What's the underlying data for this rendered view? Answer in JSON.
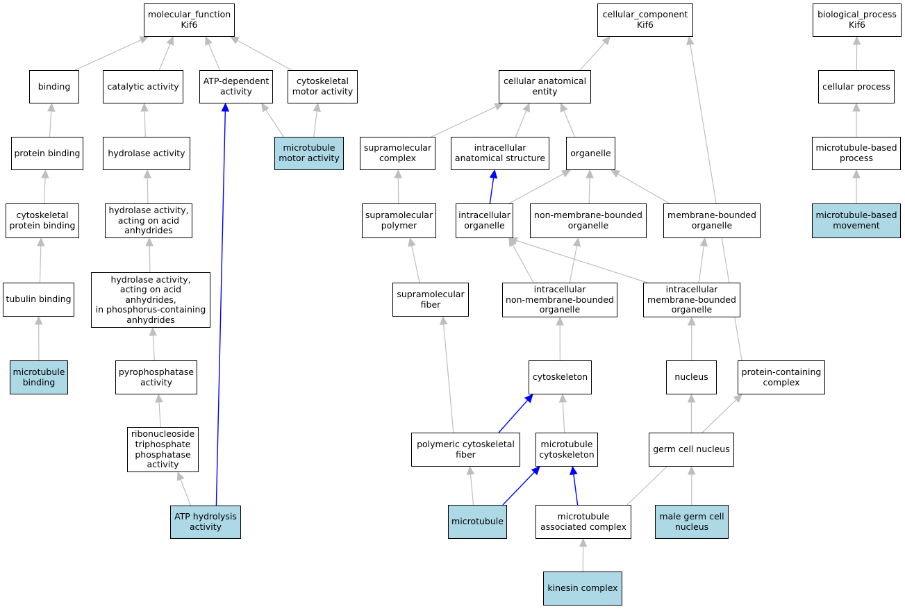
{
  "colors": {
    "highlight_fill": "#add8e6",
    "node_fill": "#ffffff",
    "edge_default": "#bebebe",
    "edge_emphasis": "#0000ff"
  },
  "nodes": {
    "molecular_function": {
      "label": "molecular_function\nKif6",
      "highlighted": false
    },
    "binding": {
      "label": "binding",
      "highlighted": false
    },
    "catalytic_activity": {
      "label": "catalytic activity",
      "highlighted": false
    },
    "atp_dependent_activity": {
      "label": "ATP-dependent\nactivity",
      "highlighted": false
    },
    "cytoskeletal_motor_activity": {
      "label": "cytoskeletal\nmotor activity",
      "highlighted": false
    },
    "protein_binding": {
      "label": "protein binding",
      "highlighted": false
    },
    "hydrolase_activity": {
      "label": "hydrolase activity",
      "highlighted": false
    },
    "microtubule_motor_activity": {
      "label": "microtubule\nmotor activity",
      "highlighted": true
    },
    "cytoskeletal_protein_binding": {
      "label": "cytoskeletal\nprotein binding",
      "highlighted": false
    },
    "hydrolase_acid_anhydrides": {
      "label": "hydrolase activity,\nacting on acid\nanhydrides",
      "highlighted": false
    },
    "tubulin_binding": {
      "label": "tubulin binding",
      "highlighted": false
    },
    "hydrolase_phosphorus": {
      "label": "hydrolase activity,\nacting on acid\nanhydrides,\nin phosphorus-containing\nanhydrides",
      "highlighted": false
    },
    "microtubule_binding": {
      "label": "microtubule\nbinding",
      "highlighted": true
    },
    "pyrophosphatase_activity": {
      "label": "pyrophosphatase\nactivity",
      "highlighted": false
    },
    "ribonucleoside_triphosphate_phosphatase": {
      "label": "ribonucleoside\ntriphosphate\nphosphatase\nactivity",
      "highlighted": false
    },
    "atp_hydrolysis_activity": {
      "label": "ATP hydrolysis\nactivity",
      "highlighted": true
    },
    "cellular_component": {
      "label": "cellular_component\nKif6",
      "highlighted": false
    },
    "cellular_anatomical_entity": {
      "label": "cellular anatomical\nentity",
      "highlighted": false
    },
    "supramolecular_complex": {
      "label": "supramolecular\ncomplex",
      "highlighted": false
    },
    "intracellular_anatomical_structure": {
      "label": "intracellular\nanatomical structure",
      "highlighted": false
    },
    "organelle": {
      "label": "organelle",
      "highlighted": false
    },
    "supramolecular_polymer": {
      "label": "supramolecular\npolymer",
      "highlighted": false
    },
    "intracellular_organelle": {
      "label": "intracellular\norganelle",
      "highlighted": false
    },
    "non_membrane_bounded_organelle": {
      "label": "non-membrane-bounded\norganelle",
      "highlighted": false
    },
    "membrane_bounded_organelle": {
      "label": "membrane-bounded\norganelle",
      "highlighted": false
    },
    "supramolecular_fiber": {
      "label": "supramolecular\nfiber",
      "highlighted": false
    },
    "intracellular_non_membrane_bounded_organelle": {
      "label": "intracellular\nnon-membrane-bounded\norganelle",
      "highlighted": false
    },
    "intracellular_membrane_bounded_organelle": {
      "label": "intracellular\nmembrane-bounded\norganelle",
      "highlighted": false
    },
    "cytoskeleton": {
      "label": "cytoskeleton",
      "highlighted": false
    },
    "nucleus": {
      "label": "nucleus",
      "highlighted": false
    },
    "protein_containing_complex": {
      "label": "protein-containing\ncomplex",
      "highlighted": false
    },
    "polymeric_cytoskeletal_fiber": {
      "label": "polymeric cytoskeletal\nfiber",
      "highlighted": false
    },
    "microtubule_cytoskeleton": {
      "label": "microtubule\ncytoskeleton",
      "highlighted": false
    },
    "germ_cell_nucleus": {
      "label": "germ cell nucleus",
      "highlighted": false
    },
    "microtubule": {
      "label": "microtubule",
      "highlighted": true
    },
    "microtubule_associated_complex": {
      "label": "microtubule\nassociated complex",
      "highlighted": false
    },
    "male_germ_cell_nucleus": {
      "label": "male germ cell\nnucleus",
      "highlighted": true
    },
    "kinesin_complex": {
      "label": "kinesin complex",
      "highlighted": true
    },
    "biological_process": {
      "label": "biological_process\nKif6",
      "highlighted": false
    },
    "cellular_process": {
      "label": "cellular process",
      "highlighted": false
    },
    "microtubule_based_process": {
      "label": "microtubule-based\nprocess",
      "highlighted": false
    },
    "microtubule_based_movement": {
      "label": "microtubule-based\nmovement",
      "highlighted": true
    }
  },
  "edges": [
    {
      "from": "binding",
      "to": "molecular_function",
      "emphasis": false
    },
    {
      "from": "catalytic_activity",
      "to": "molecular_function",
      "emphasis": false
    },
    {
      "from": "atp_dependent_activity",
      "to": "molecular_function",
      "emphasis": false
    },
    {
      "from": "cytoskeletal_motor_activity",
      "to": "molecular_function",
      "emphasis": false
    },
    {
      "from": "protein_binding",
      "to": "binding",
      "emphasis": false
    },
    {
      "from": "hydrolase_activity",
      "to": "catalytic_activity",
      "emphasis": false
    },
    {
      "from": "microtubule_motor_activity",
      "to": "atp_dependent_activity",
      "emphasis": false
    },
    {
      "from": "microtubule_motor_activity",
      "to": "cytoskeletal_motor_activity",
      "emphasis": false
    },
    {
      "from": "cytoskeletal_protein_binding",
      "to": "protein_binding",
      "emphasis": false
    },
    {
      "from": "hydrolase_acid_anhydrides",
      "to": "hydrolase_activity",
      "emphasis": false
    },
    {
      "from": "tubulin_binding",
      "to": "cytoskeletal_protein_binding",
      "emphasis": false
    },
    {
      "from": "hydrolase_phosphorus",
      "to": "hydrolase_acid_anhydrides",
      "emphasis": false
    },
    {
      "from": "microtubule_binding",
      "to": "tubulin_binding",
      "emphasis": false
    },
    {
      "from": "pyrophosphatase_activity",
      "to": "hydrolase_phosphorus",
      "emphasis": false
    },
    {
      "from": "ribonucleoside_triphosphate_phosphatase",
      "to": "pyrophosphatase_activity",
      "emphasis": false
    },
    {
      "from": "atp_hydrolysis_activity",
      "to": "ribonucleoside_triphosphate_phosphatase",
      "emphasis": false
    },
    {
      "from": "atp_hydrolysis_activity",
      "to": "atp_dependent_activity",
      "emphasis": true
    },
    {
      "from": "cellular_anatomical_entity",
      "to": "cellular_component",
      "emphasis": false
    },
    {
      "from": "protein_containing_complex",
      "to": "cellular_component",
      "emphasis": false
    },
    {
      "from": "supramolecular_complex",
      "to": "cellular_anatomical_entity",
      "emphasis": false
    },
    {
      "from": "intracellular_anatomical_structure",
      "to": "cellular_anatomical_entity",
      "emphasis": false
    },
    {
      "from": "organelle",
      "to": "cellular_anatomical_entity",
      "emphasis": false
    },
    {
      "from": "supramolecular_polymer",
      "to": "supramolecular_complex",
      "emphasis": false
    },
    {
      "from": "intracellular_organelle",
      "to": "intracellular_anatomical_structure",
      "emphasis": true
    },
    {
      "from": "intracellular_organelle",
      "to": "organelle",
      "emphasis": false
    },
    {
      "from": "non_membrane_bounded_organelle",
      "to": "organelle",
      "emphasis": false
    },
    {
      "from": "membrane_bounded_organelle",
      "to": "organelle",
      "emphasis": false
    },
    {
      "from": "supramolecular_fiber",
      "to": "supramolecular_polymer",
      "emphasis": false
    },
    {
      "from": "intracellular_non_membrane_bounded_organelle",
      "to": "intracellular_organelle",
      "emphasis": false
    },
    {
      "from": "intracellular_non_membrane_bounded_organelle",
      "to": "non_membrane_bounded_organelle",
      "emphasis": false
    },
    {
      "from": "intracellular_membrane_bounded_organelle",
      "to": "intracellular_organelle",
      "emphasis": false
    },
    {
      "from": "intracellular_membrane_bounded_organelle",
      "to": "membrane_bounded_organelle",
      "emphasis": false
    },
    {
      "from": "cytoskeleton",
      "to": "intracellular_non_membrane_bounded_organelle",
      "emphasis": false
    },
    {
      "from": "nucleus",
      "to": "intracellular_membrane_bounded_organelle",
      "emphasis": false
    },
    {
      "from": "polymeric_cytoskeletal_fiber",
      "to": "supramolecular_fiber",
      "emphasis": false
    },
    {
      "from": "polymeric_cytoskeletal_fiber",
      "to": "cytoskeleton",
      "emphasis": true
    },
    {
      "from": "microtubule_cytoskeleton",
      "to": "cytoskeleton",
      "emphasis": false
    },
    {
      "from": "germ_cell_nucleus",
      "to": "nucleus",
      "emphasis": false
    },
    {
      "from": "microtubule",
      "to": "polymeric_cytoskeletal_fiber",
      "emphasis": false
    },
    {
      "from": "microtubule",
      "to": "microtubule_cytoskeleton",
      "emphasis": true
    },
    {
      "from": "microtubule_associated_complex",
      "to": "microtubule_cytoskeleton",
      "emphasis": true
    },
    {
      "from": "microtubule_associated_complex",
      "to": "protein_containing_complex",
      "emphasis": false
    },
    {
      "from": "male_germ_cell_nucleus",
      "to": "germ_cell_nucleus",
      "emphasis": false
    },
    {
      "from": "kinesin_complex",
      "to": "microtubule_associated_complex",
      "emphasis": false
    },
    {
      "from": "cellular_process",
      "to": "biological_process",
      "emphasis": false
    },
    {
      "from": "microtubule_based_process",
      "to": "cellular_process",
      "emphasis": false
    },
    {
      "from": "microtubule_based_movement",
      "to": "microtubule_based_process",
      "emphasis": false
    }
  ]
}
